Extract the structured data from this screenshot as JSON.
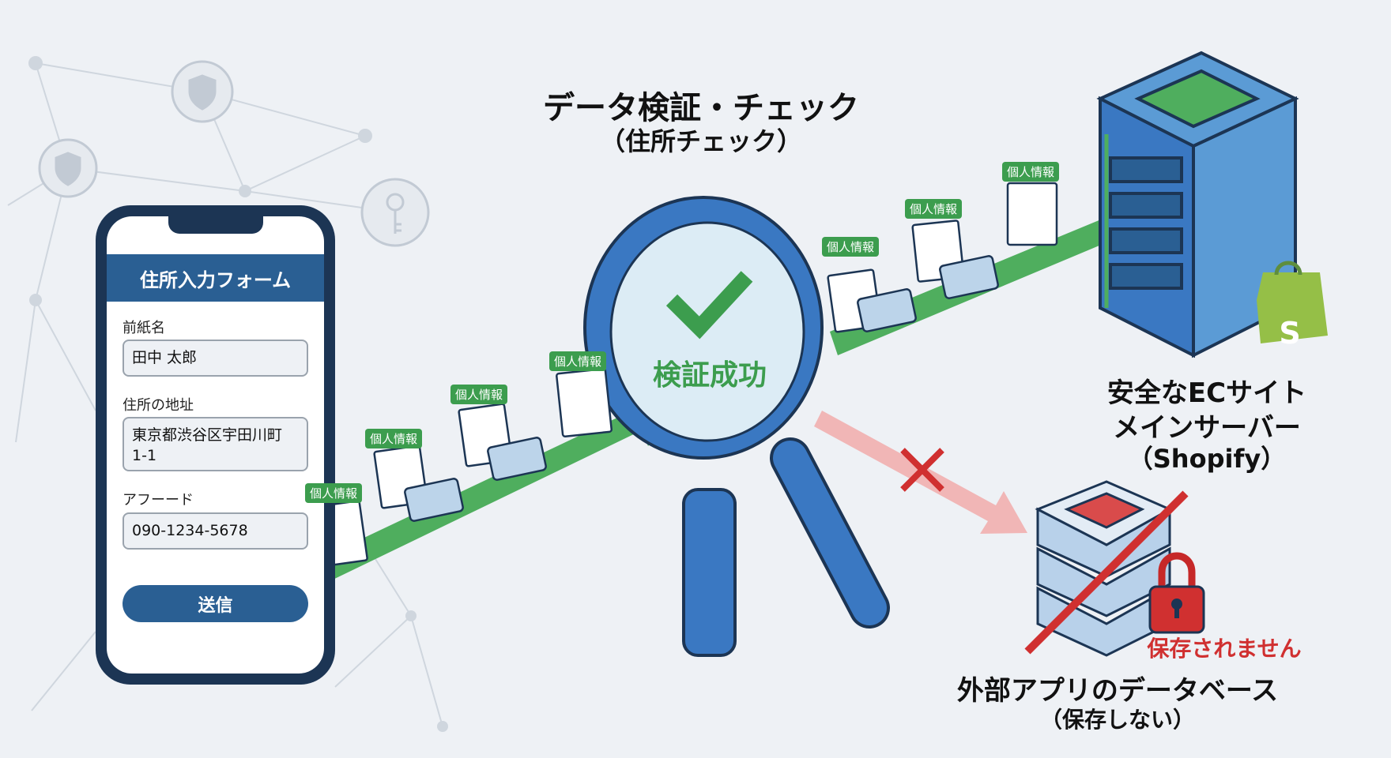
{
  "title": {
    "line1": "データ検証・チェック",
    "line2": "（住所チェック）"
  },
  "form": {
    "header": "住所入力フォーム",
    "name_label": "前紙名",
    "name_value": "田中 太郎",
    "address_label": "住所の地址",
    "address_value": "東京都渋谷区宇田川町 1-1",
    "phone_label": "アフーード",
    "phone_value": "090-1234-5678",
    "submit": "送信"
  },
  "doc_tag": "個人情報",
  "verify": {
    "label": "検証成功"
  },
  "server": {
    "line1": "安全なECサイト",
    "line2": "メインサーバー",
    "line3": "（Shopify）",
    "logo_letter": "S"
  },
  "external": {
    "line1": "外部アプリのデータベース",
    "line2": "（保存しない）",
    "not_saved": "保存されません"
  },
  "colors": {
    "green": "#3c9d4e",
    "blue": "#2a5f93",
    "red": "#d03030"
  }
}
